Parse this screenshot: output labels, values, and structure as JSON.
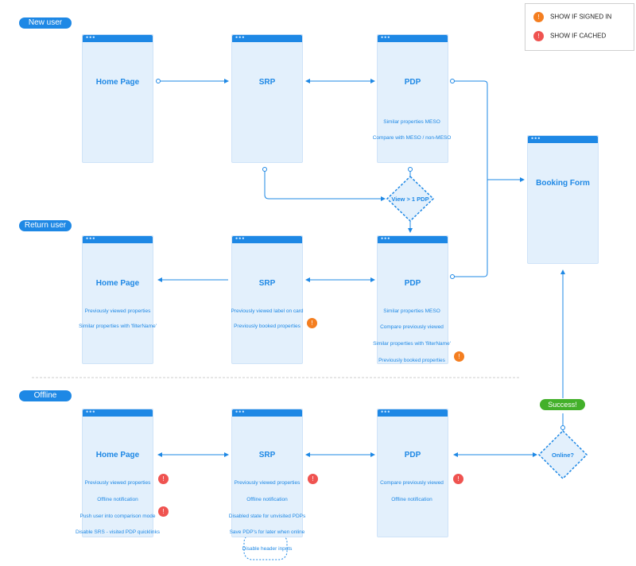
{
  "sections": {
    "new_user": "New user",
    "return_user": "Return user",
    "offline": "Offline"
  },
  "legend": {
    "signed_in_label": "SHOW IF SIGNED IN",
    "cached_label": "SHOW IF CACHED",
    "signed_in_color": "#f47e20",
    "cached_color": "#ef5350",
    "badge_glyph": "!"
  },
  "pages": {
    "home": "Home Page",
    "srp": "SRP",
    "pdp": "PDP",
    "booking": "Booking Form"
  },
  "decisions": {
    "view_pdp": "View > 1 PDP",
    "online": "Online?",
    "success": "Success!"
  },
  "features": {
    "new_pdp": [
      "Similar properties MESO",
      "Compare with MESO / non-MESO"
    ],
    "return_home": [
      "Previously viewed properties",
      "Similar properties with 'filterName'"
    ],
    "return_srp": [
      "Previously viewed label on card",
      "Previously booked properties"
    ],
    "return_pdp": [
      "Similar properties MESO",
      "Compare previously viewed",
      "Similar properties with 'filterName'",
      "Previously booked properties"
    ],
    "offline_home": [
      "Previously viewed properties",
      "Offline notification",
      "Push user into comparison mode",
      "Disable SRS - visited PDP quicklinks"
    ],
    "offline_srp": [
      "Previously viewed properties",
      "Offline notification",
      "Disabled state for unvisited PDPs",
      "Save PDP's for later when online",
      "Disable header inputs"
    ],
    "offline_pdp": [
      "Compare previously viewed",
      "Offline notification"
    ]
  },
  "colors": {
    "accent": "#1e88e5",
    "window_fill": "#e3f0fc",
    "success": "#43b02a"
  }
}
